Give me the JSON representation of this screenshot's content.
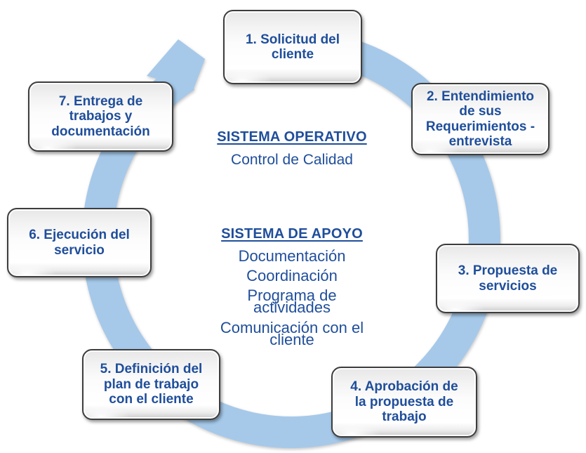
{
  "colors": {
    "ring": "#A6C9EA",
    "text": "#1F4E9B",
    "box_border": "#3D3D3D"
  },
  "steps": [
    {
      "lines": [
        "1. Solicitud del",
        "cliente"
      ]
    },
    {
      "lines": [
        "2. Entendimiento",
        "de sus",
        "Requerimientos -",
        "entrevista"
      ]
    },
    {
      "lines": [
        "3. Propuesta de",
        "servicios"
      ]
    },
    {
      "lines": [
        "4. Aprobación de",
        "la propuesta de",
        "trabajo"
      ]
    },
    {
      "lines": [
        "5. Definición del",
        "plan de trabajo",
        "con el cliente"
      ]
    },
    {
      "lines": [
        "6. Ejecución del",
        "servicio"
      ]
    },
    {
      "lines": [
        "7. Entrega de",
        "trabajos y",
        "documentación"
      ]
    }
  ],
  "center": {
    "operativo": {
      "heading": "SISTEMA OPERATIVO",
      "items": [
        "Control de Calidad"
      ]
    },
    "apoyo": {
      "heading": "SISTEMA DE APOYO",
      "items": [
        [
          "Documentación"
        ],
        [
          "Coordinación"
        ],
        [
          "Programa de",
          "actividades"
        ],
        [
          "Comunicación con el",
          "cliente"
        ]
      ]
    }
  }
}
